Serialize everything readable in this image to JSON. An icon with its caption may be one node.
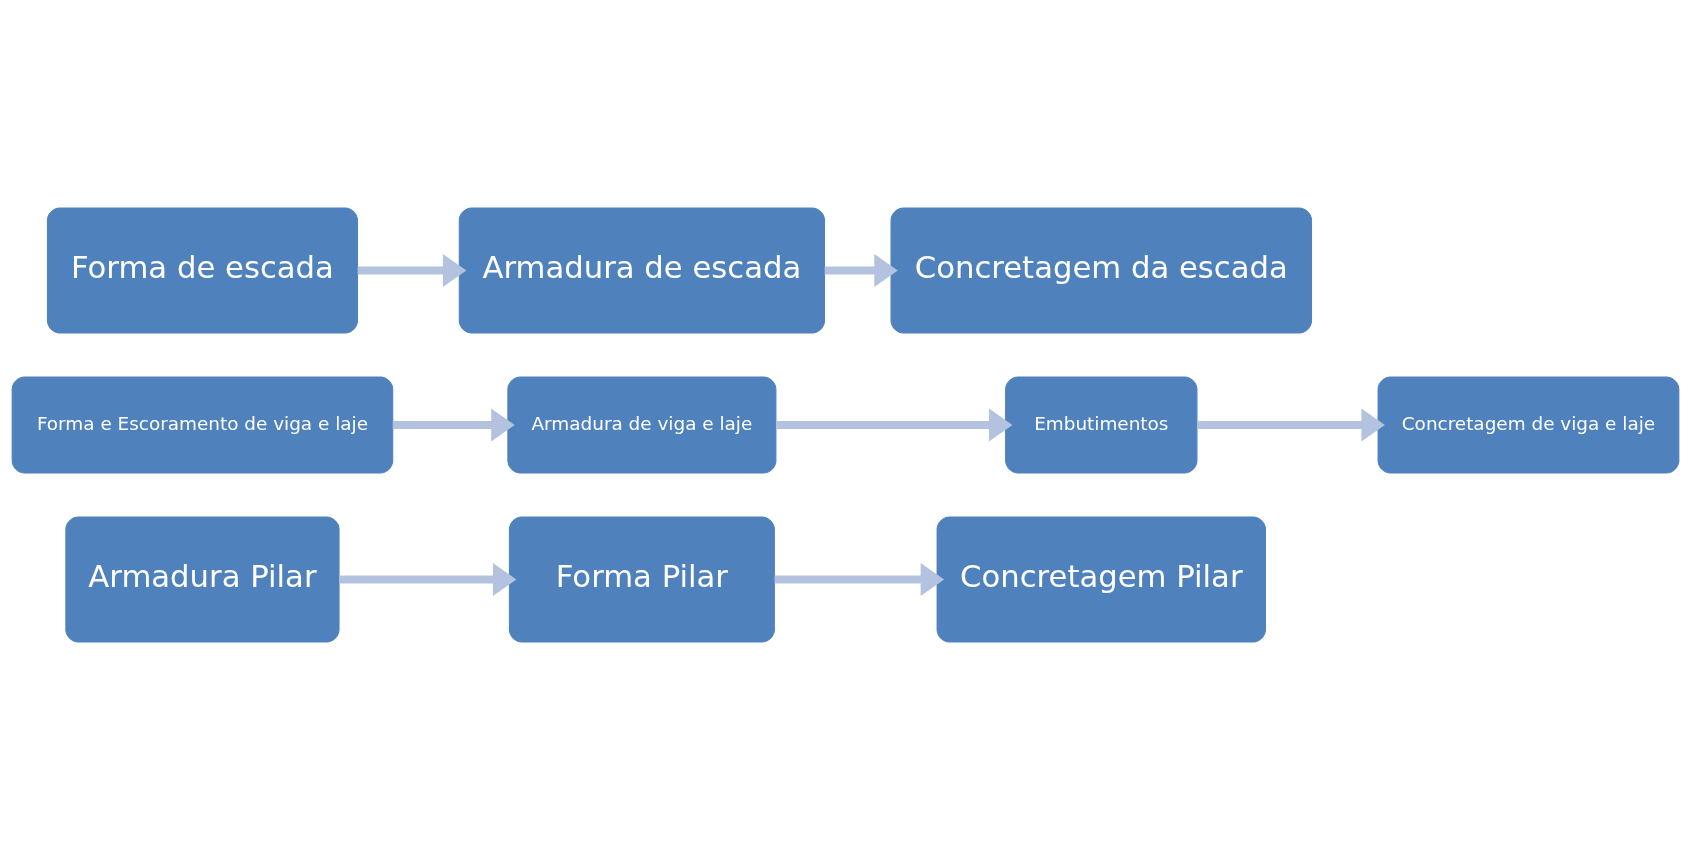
{
  "diagram": {
    "nodes": [
      {
        "text": [
          "Armadura Pilar"
        ]
      },
      {
        "text": [
          "Forma Pilar"
        ]
      },
      {
        "text": [
          "Concretagem Pilar"
        ]
      },
      {
        "text": [
          "Forma e Escoramento de viga e laje"
        ]
      },
      {
        "text": [
          "Armadura de viga e laje"
        ]
      },
      {
        "text": [
          "Embutimentos"
        ]
      },
      {
        "text": [
          "Concretagem de viga e laje"
        ]
      },
      {
        "text": [
          "Forma de escada"
        ]
      },
      {
        "text": [
          "Armadura de escada"
        ]
      },
      {
        "text": [
          "Concretagem da escada"
        ]
      }
    ],
    "edges": [
      {
        "from": 0,
        "to": 1,
        "arrow": "to"
      },
      {
        "from": 1,
        "to": 2,
        "arrow": "to"
      },
      {
        "from": 3,
        "to": 4,
        "arrow": "to"
      },
      {
        "from": 4,
        "to": 5,
        "arrow": "to"
      },
      {
        "from": 5,
        "to": 6,
        "arrow": "to"
      },
      {
        "from": 7,
        "to": 8,
        "arrow": "to"
      },
      {
        "from": 8,
        "to": 9,
        "arrow": "to"
      }
    ]
  }
}
